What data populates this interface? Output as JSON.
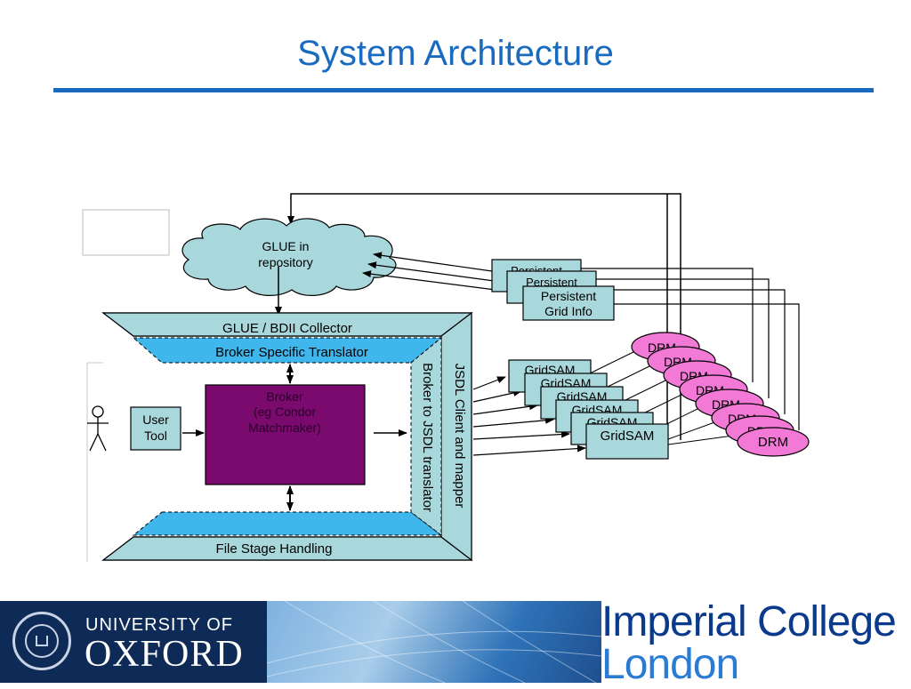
{
  "slide": {
    "title": "System Architecture"
  },
  "diagram": {
    "repository_cloud": {
      "line1": "GLUE in",
      "line2": "repository"
    },
    "persistent_grid_info": {
      "stacked_label": "Persistent",
      "line1": "Persistent",
      "line2": "Grid Info"
    },
    "collector_band": "GLUE / BDII Collector",
    "translator_band": "Broker Specific Translator",
    "file_stage_band": "File Stage Handling",
    "client_mapper_band": "JSDL Client and mapper",
    "jsdl_translator_band": "Broker to JSDL translator",
    "broker": {
      "line1": "Broker",
      "line2": "(eg Condor",
      "line3": "Matchmaker)"
    },
    "user_tool": {
      "line1": "User",
      "line2": "Tool"
    },
    "gridsam_stacked_label": "GridSAM",
    "gridsam_label": "GridSAM",
    "drm_label": "DRM",
    "drm_partial_label": "DR",
    "colors": {
      "teal_fill": "#a9d8dc",
      "blue_band": "#3fb6ec",
      "broker_purple": "#7a0a6e",
      "drm_pink": "#f27ad6",
      "title_blue": "#1a6bbf"
    }
  },
  "footer": {
    "oxford_line1": "UNIVERSITY OF",
    "oxford_line2": "OXFORD",
    "imperial_line1": "Imperial College",
    "imperial_line2": "London"
  }
}
